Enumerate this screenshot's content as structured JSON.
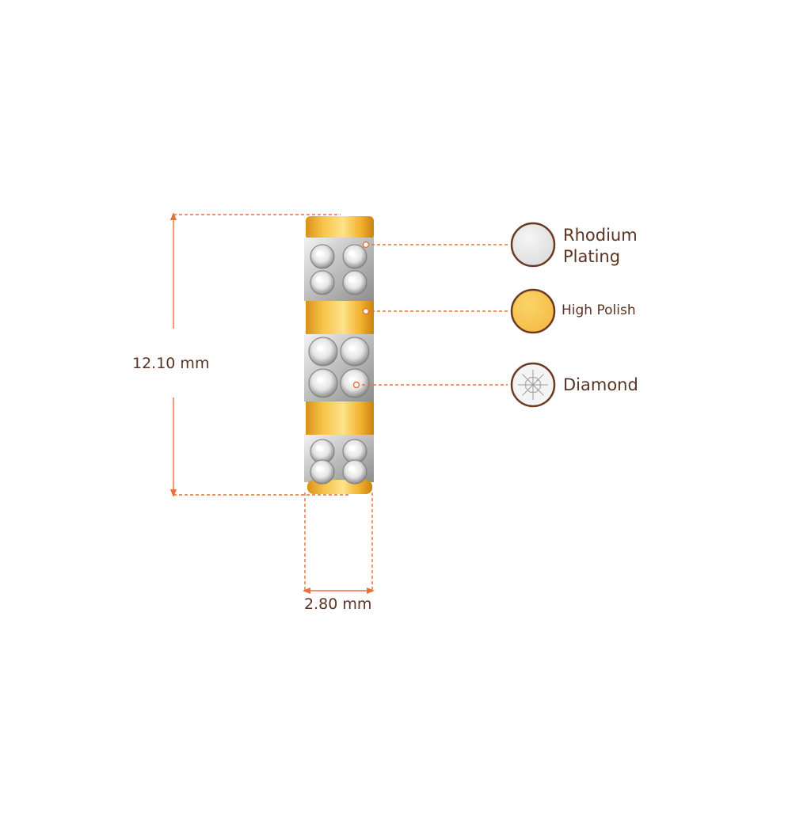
{
  "dimensions": {
    "height": "12.10 mm",
    "width": "2.80 mm"
  },
  "legend": [
    {
      "label": "Rhodium Plating",
      "swatch": "rhodium",
      "color": "#e4e4e4"
    },
    {
      "label": "High Polish",
      "swatch": "high-polish",
      "color": "#f7c04d"
    },
    {
      "label": "Diamond",
      "swatch": "diamond",
      "color": "#f2f2f2"
    }
  ],
  "colors": {
    "dimension_line": "#e8703a",
    "text": "#5a3322",
    "gold": "#f2b02a",
    "rhodium": "#d8d8d8"
  }
}
